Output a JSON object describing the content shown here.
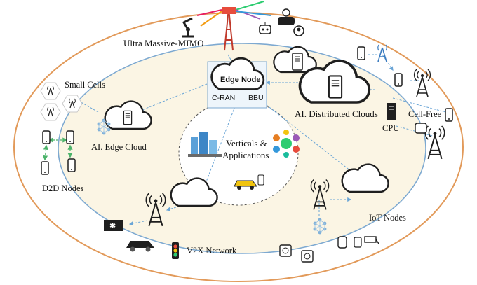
{
  "labels": {
    "ultra_mimo": "Ultra Massive-MIMO",
    "edge_node": "Edge Node",
    "c_ran": "C-RAN",
    "bbu": "BBU",
    "small_cells": "Small Cells",
    "ai_edge_cloud": "AI. Edge Cloud",
    "ai_distributed_clouds": "AI. Distributed Clouds",
    "cpu": "CPU",
    "cell_free": "Cell-Free",
    "verticals_line1": "Verticals &",
    "verticals_line2": "Applications",
    "d2d_nodes": "D2D Nodes",
    "iot_nodes": "IoT Nodes",
    "v2x_network": "V2X Network"
  },
  "colors": {
    "outer_ring": "#e29a5a",
    "inner_ring": "#7da9d1",
    "inner_fill": "#fbf5e4",
    "link": "#6aa5d6",
    "d2d_link": "#4cb36a",
    "icon": "#1f1f1f"
  }
}
